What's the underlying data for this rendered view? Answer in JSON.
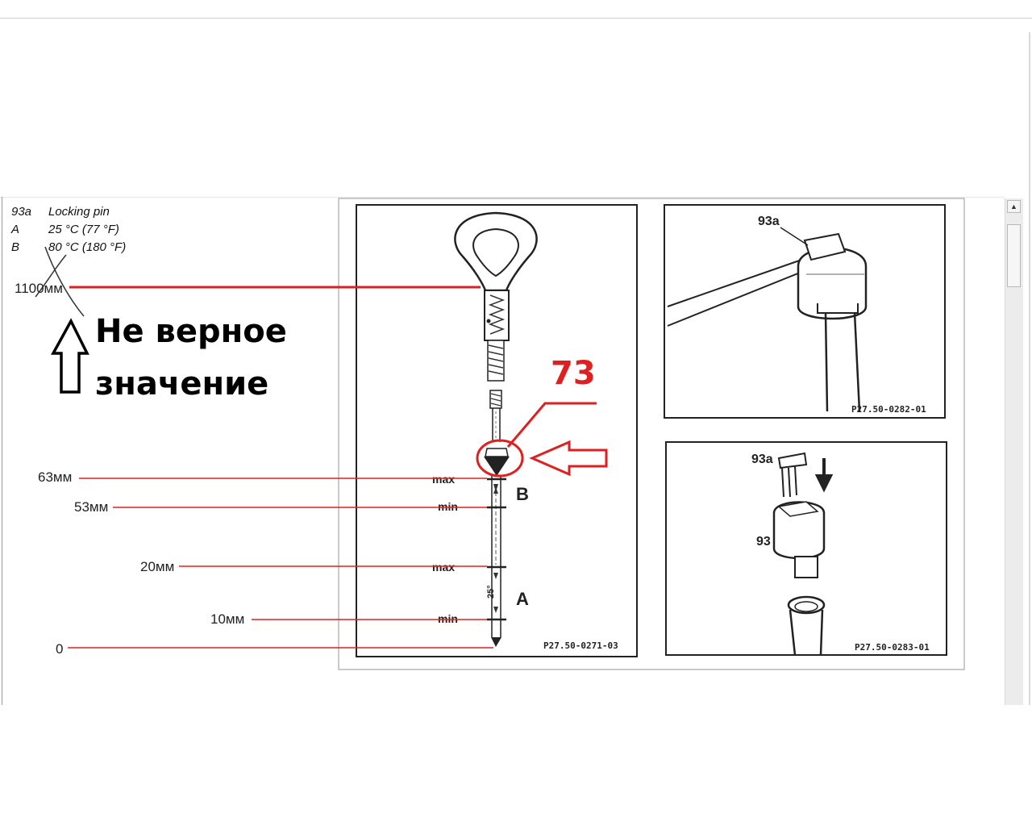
{
  "legend": [
    {
      "key": "93a",
      "value": "Locking pin"
    },
    {
      "key": "A",
      "value": "25 °C (77 °F)"
    },
    {
      "key": "B",
      "value": "80 °C (180 °F)"
    }
  ],
  "measurements": [
    {
      "label": "1100мм"
    },
    {
      "label": "63мм"
    },
    {
      "label": "53мм"
    },
    {
      "label": "20мм"
    },
    {
      "label": "10мм"
    },
    {
      "label": "0"
    }
  ],
  "warning": {
    "line1": "Не верное",
    "line2": "значение"
  },
  "annotation_73": "73",
  "diagram": {
    "dipstick": {
      "marks": [
        {
          "label": "max"
        },
        {
          "label": "min"
        },
        {
          "label": "max"
        },
        {
          "label": "min"
        }
      ],
      "zone_b": "B",
      "zone_a": "A",
      "angle_label": "25°",
      "figure_code": "P27.50-0271-03"
    },
    "top_right": {
      "part_label": "93a",
      "figure_code": "P27.50-0282-01"
    },
    "bottom_right": {
      "part_label_pin": "93a",
      "part_label_cap": "93",
      "figure_code": "P27.50-0283-01"
    }
  },
  "colors": {
    "annotation_red": "#e02020",
    "frame": "#222222"
  },
  "icons": {
    "scroll_up": "triangle-up",
    "arrow": "outline-arrow"
  }
}
